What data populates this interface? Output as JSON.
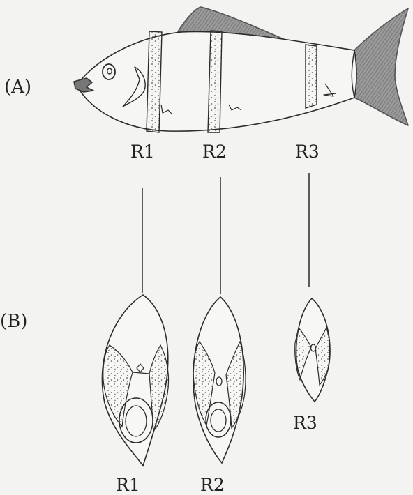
{
  "panels": {
    "A": {
      "label": "(A)"
    },
    "B": {
      "label": "(B)"
    }
  },
  "regions": {
    "r1": "R1",
    "r2": "R2",
    "r3": "R3"
  },
  "sections": {
    "r1": "R1",
    "r2": "R2",
    "r3": "R3"
  },
  "colors": {
    "ink": "#2b2b2b",
    "fin_shade": "#8c8c8c",
    "paper": "#f3f3f1",
    "stipple": "#555555"
  }
}
